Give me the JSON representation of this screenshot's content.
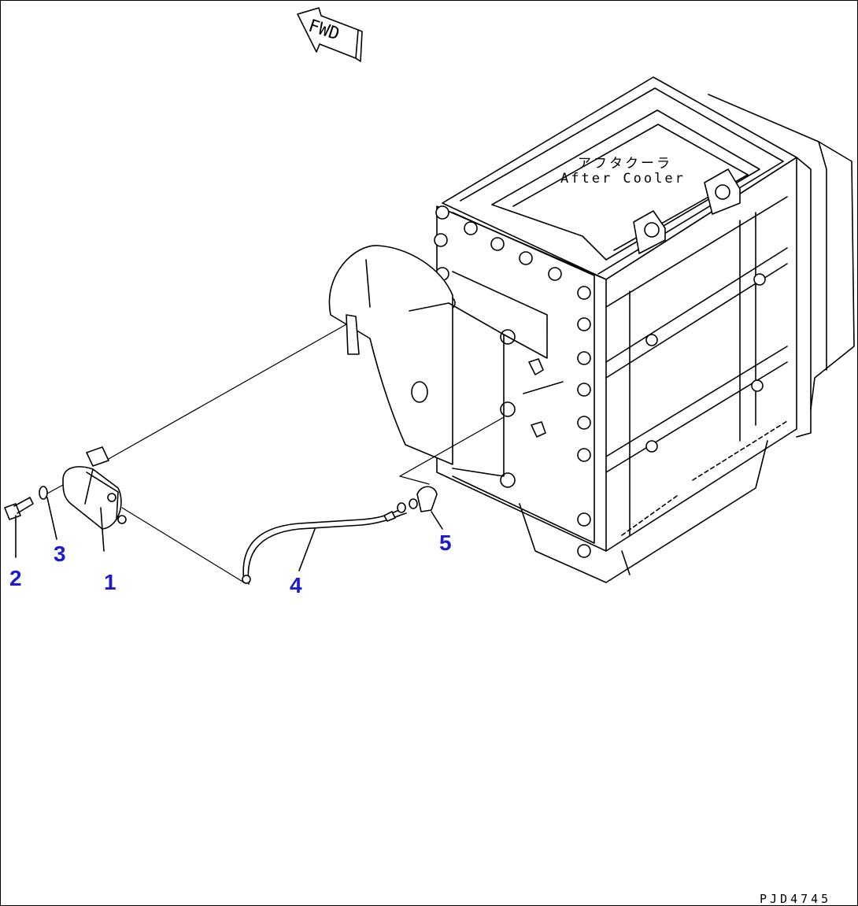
{
  "direction_marker": {
    "label": "FWD"
  },
  "component_label": {
    "japanese": "アフタクーラ",
    "english": "After Cooler"
  },
  "callouts": [
    {
      "id": "1",
      "label": "1"
    },
    {
      "id": "2",
      "label": "2"
    },
    {
      "id": "3",
      "label": "3"
    },
    {
      "id": "4",
      "label": "4"
    },
    {
      "id": "5",
      "label": "5"
    }
  ],
  "drawing_number": "PJD4745",
  "colors": {
    "line": "#000000",
    "callout": "#1c1ccc",
    "background": "#ffffff"
  }
}
